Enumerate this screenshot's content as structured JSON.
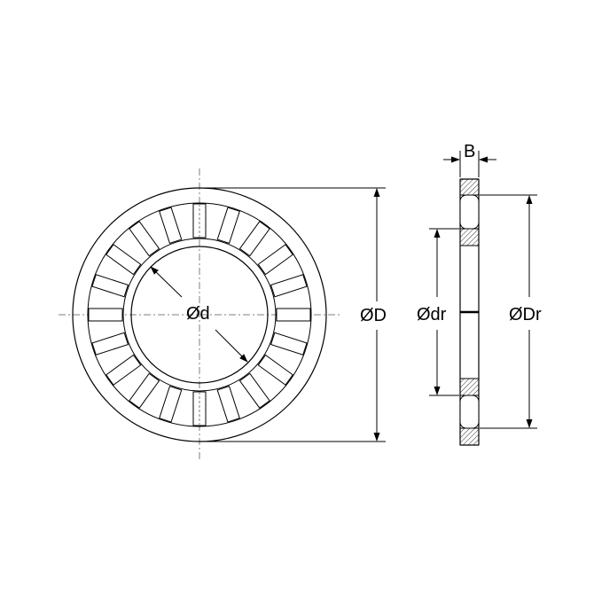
{
  "labels": {
    "bore": "Ød",
    "outer": "ØD",
    "race_inner": "Ødr",
    "race_outer": "ØDr",
    "width": "B"
  },
  "colors": {
    "line": "#000000",
    "hatch": "#000000",
    "centerline": "#7f7f7f",
    "background": "#ffffff"
  }
}
